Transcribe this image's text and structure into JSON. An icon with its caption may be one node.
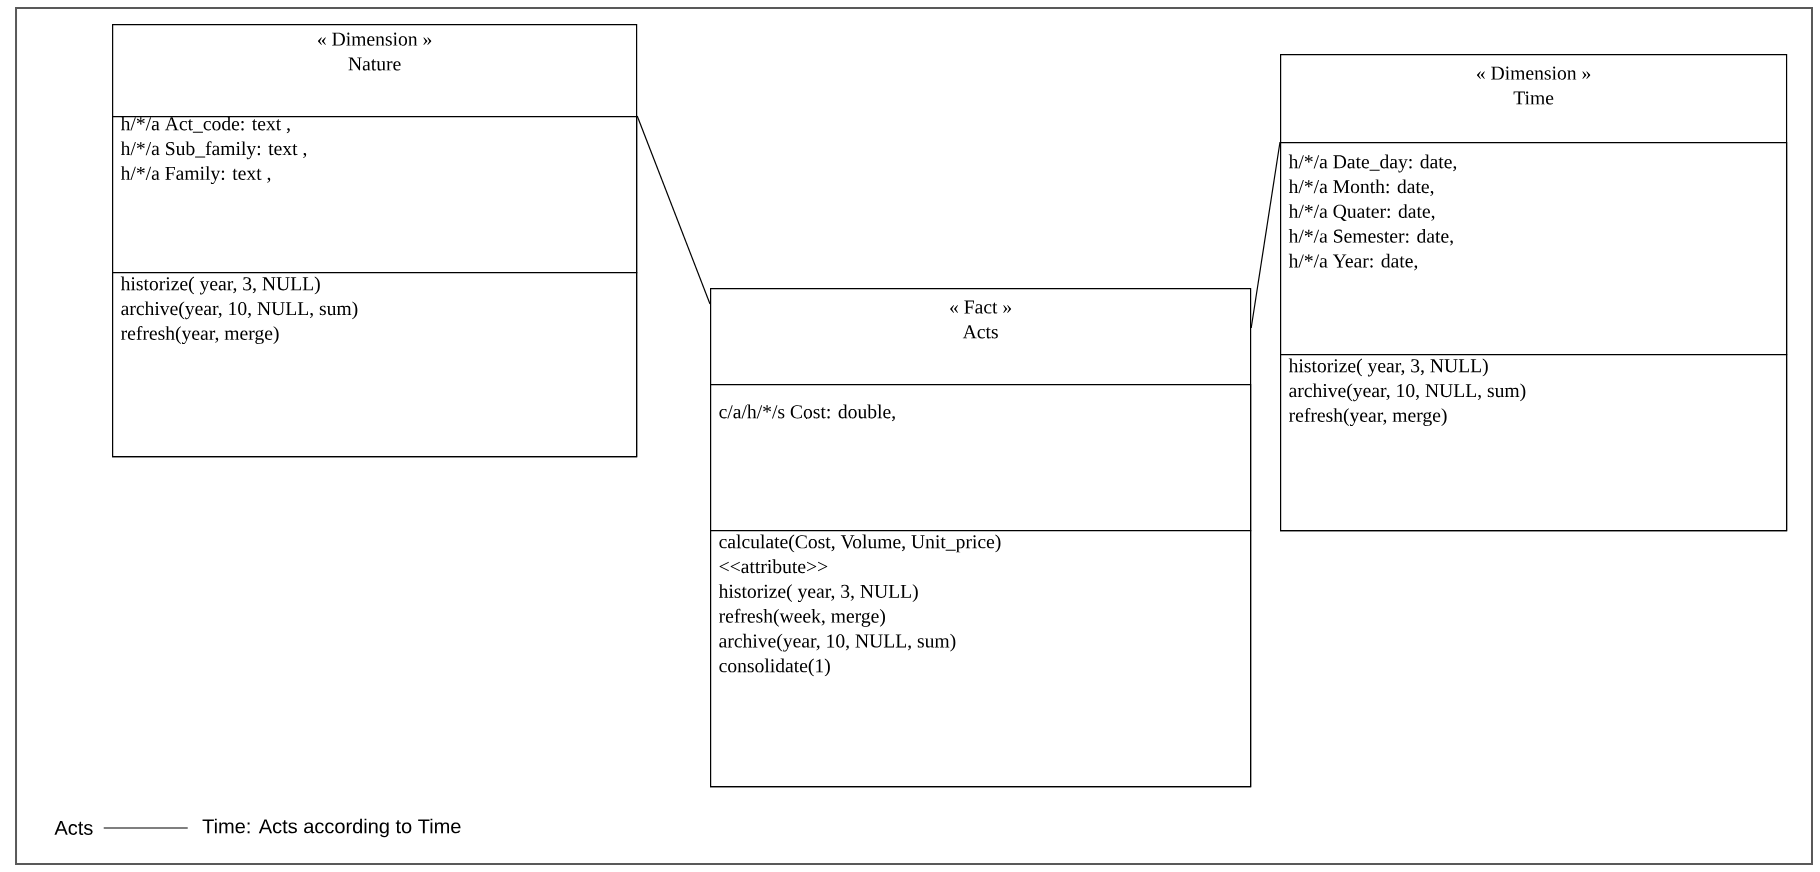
{
  "diagram": {
    "nodes": [
      {
        "text": [
          "« Dimension »",
          "Nature"
        ]
      },
      {
        "text": [
          "h/*/a Act_code: text ,",
          "h/*/a Sub_family: text ,",
          "h/*/a Family: text ,"
        ],
        "in": 0
      },
      {
        "text": [
          "historize( year, 3, NULL)",
          "archive(year,  10, NULL, sum)",
          "refresh(year, merge)"
        ],
        "in": 0
      },
      {
        "text": [
          "« Fact »",
          "Acts"
        ]
      },
      {
        "text": [
          "c/a/h/*/s  Cost: double,"
        ],
        "in": 3
      },
      {
        "text": [
          "calculate(Cost, Volume, Unit_price)",
          "<<attribute>>",
          "historize( year, 3, NULL)",
          "refresh(week, merge)",
          "archive(year,  10, NULL, sum)",
          "consolidate(1)"
        ],
        "in": 3
      },
      {
        "text": [
          "« Dimension »",
          "Time"
        ]
      },
      {
        "text": [
          "h/*/a Date_day: date,",
          "h/*/a Month: date,",
          "h/*/a Quater: date,",
          "h/*/a Semester: date,",
          "h/*/a Year: date,"
        ],
        "in": 6
      },
      {
        "text": [
          "historize( year, 3, NULL)",
          "archive(year,  10, NULL, sum)",
          "refresh(year, merge)"
        ],
        "in": 6
      }
    ],
    "edges": [
      {
        "from": 0,
        "to": 3,
        "arrow": "none"
      },
      {
        "from": 6,
        "to": 3,
        "arrow": "none"
      }
    ],
    "labels": [
      "Acts",
      "Time: Acts according to Time"
    ]
  }
}
